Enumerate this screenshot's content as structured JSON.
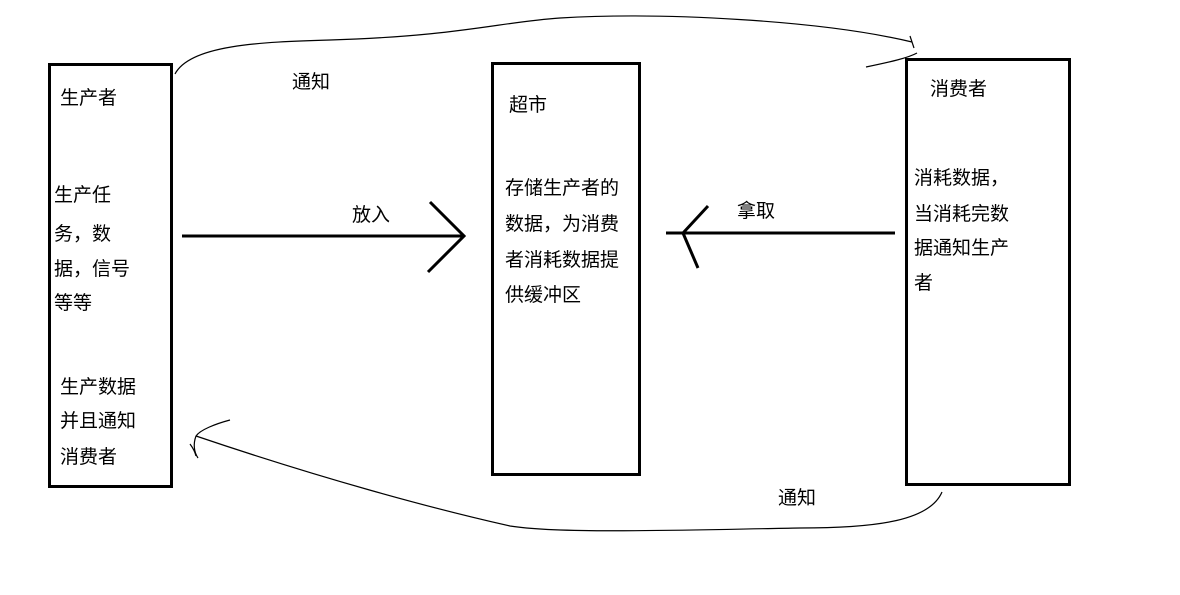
{
  "producer": {
    "title": "生产者",
    "desc_lines": [
      "生产任",
      "务，数",
      "据，信号",
      "等等"
    ],
    "action_lines": [
      "生产数据",
      "并且通知",
      "消费者"
    ]
  },
  "supermarket": {
    "title": "超市",
    "desc_lines": [
      "存储生产者的",
      "数据，为消费",
      "者消耗数据提",
      "供缓冲区"
    ]
  },
  "consumer": {
    "title": "消费者",
    "desc_lines": [
      "消耗数据，",
      "当消耗完数",
      "据通知生产",
      "者"
    ]
  },
  "arrows": {
    "put": "放入",
    "take": "拿取",
    "notify_top": "通知",
    "notify_bottom": "通知"
  }
}
